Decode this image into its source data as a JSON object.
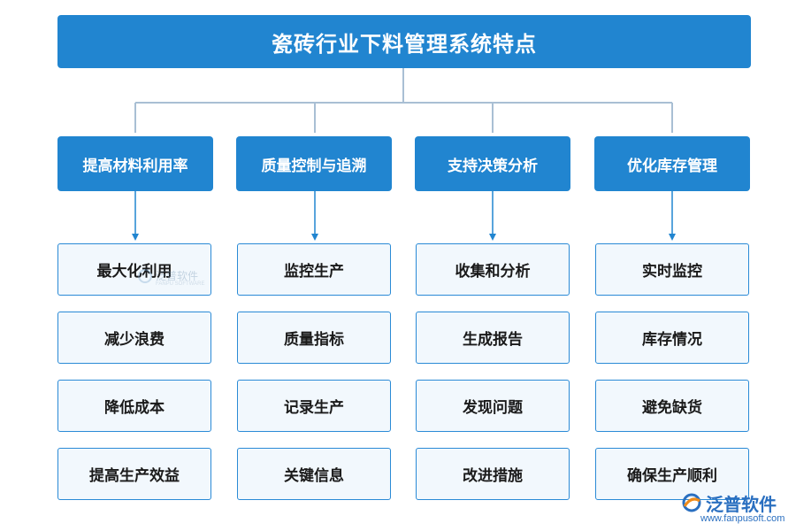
{
  "title": "瓷砖行业下料管理系统特点",
  "colors": {
    "primary": "#2185d0",
    "connector": "#a9bfd4",
    "item_border": "#2a8ad6",
    "item_fill": "#f2f8fd"
  },
  "columns": [
    {
      "label": "提高材料利用率",
      "items": [
        "最大化利用",
        "减少浪费",
        "降低成本",
        "提高生产效益"
      ]
    },
    {
      "label": "质量控制与追溯",
      "items": [
        "监控生产",
        "质量指标",
        "记录生产",
        "关键信息"
      ]
    },
    {
      "label": "支持决策分析",
      "items": [
        "收集和分析",
        "生成报告",
        "发现问题",
        "改进措施"
      ]
    },
    {
      "label": "优化库存管理",
      "items": [
        "实时监控",
        "库存情况",
        "避免缺货",
        "确保生产顺利"
      ]
    }
  ],
  "watermark": {
    "name": "泛普软件",
    "sub": "FANPU SOFTWARE"
  },
  "logo": {
    "name": "泛普软件",
    "url": "www.fanpusoft.com",
    "icon": "fanpu-logo-icon"
  }
}
